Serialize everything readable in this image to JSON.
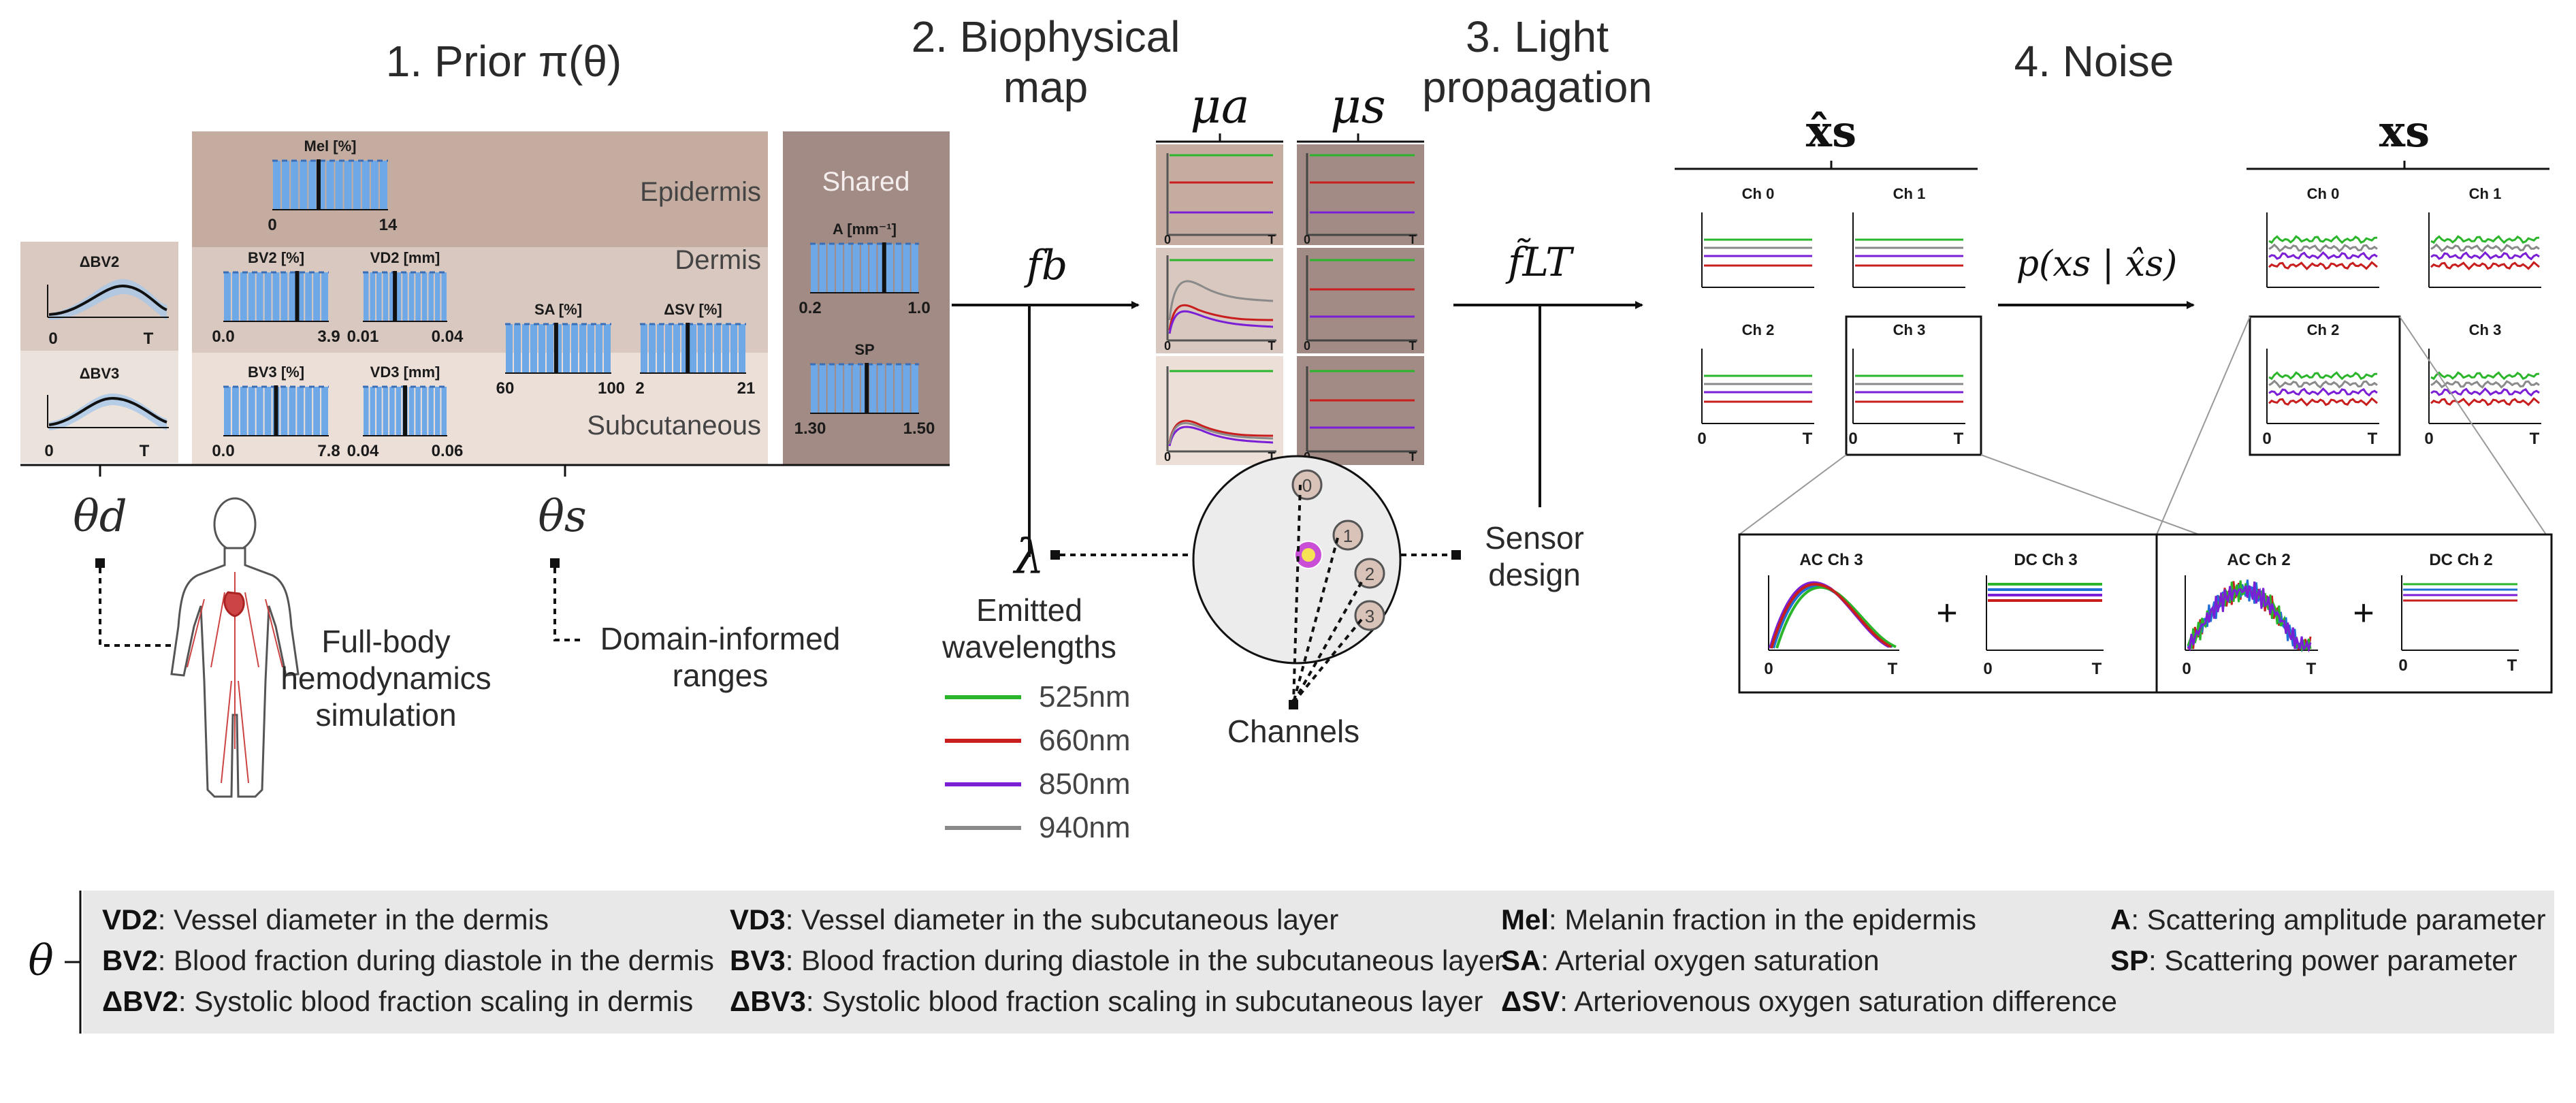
{
  "steps": {
    "prior": "1. Prior π(θ)",
    "biophysical_1": "2. Biophysical",
    "biophysical_2": "map",
    "light_1": "3. Light",
    "light_2": "propagation",
    "noise": "4. Noise"
  },
  "prior": {
    "dynamic": [
      {
        "label": "ΔBV2",
        "x0": "0",
        "x1": "T"
      },
      {
        "label": "ΔBV3",
        "x0": "0",
        "x1": "T"
      }
    ],
    "layers": {
      "epidermis": "Epidermis",
      "dermis": "Dermis",
      "subcutaneous": "Subcutaneous",
      "shared": "Shared"
    },
    "histograms": [
      {
        "id": "mel",
        "label": "Mel [%]",
        "lo": "0",
        "hi": "14"
      },
      {
        "id": "bv2",
        "label": "BV2 [%]",
        "lo": "0.0",
        "hi": "3.9"
      },
      {
        "id": "vd2",
        "label": "VD2 [mm]",
        "lo": "0.01",
        "hi": "0.04"
      },
      {
        "id": "bv3",
        "label": "BV3 [%]",
        "lo": "0.0",
        "hi": "7.8"
      },
      {
        "id": "vd3",
        "label": "VD3 [mm]",
        "lo": "0.04",
        "hi": "0.06"
      },
      {
        "id": "sa",
        "label": "SA [%]",
        "lo": "60",
        "hi": "100"
      },
      {
        "id": "dsv",
        "label": "ΔSV [%]",
        "lo": "2",
        "hi": "21"
      },
      {
        "id": "a",
        "label": "A [mm⁻¹]",
        "lo": "0.2",
        "hi": "1.0"
      },
      {
        "id": "sp",
        "label": "SP",
        "lo": "1.30",
        "hi": "1.50"
      }
    ],
    "theta_d": "θd",
    "theta_s": "θs",
    "full_body_1": "Full-body",
    "full_body_2": "hemodynamics",
    "full_body_3": "simulation",
    "domain_1": "Domain-informed",
    "domain_2": "ranges"
  },
  "biophysical": {
    "mu_a": "μa",
    "mu_s": "μs",
    "f_b": "fb",
    "lambda": "λ",
    "emitted_1": "Emitted",
    "emitted_2": "wavelengths",
    "axis0": "0",
    "axisT": "T"
  },
  "wavelengths": [
    {
      "name": "525nm",
      "color": "#2ab52a"
    },
    {
      "name": "660nm",
      "color": "#c81e1e"
    },
    {
      "name": "850nm",
      "color": "#7a1fd6"
    },
    {
      "name": "940nm",
      "color": "#8a8a8a"
    }
  ],
  "light": {
    "f_lt": "f̃LT",
    "sensor_1": "Sensor",
    "sensor_2": "design",
    "channels": "Channels",
    "detectors": [
      "0",
      "1",
      "2",
      "3"
    ]
  },
  "noise": {
    "xhat": "x̂s",
    "x": "xs",
    "likelihood": "p(xs | x̂s)",
    "channels": [
      "Ch 0",
      "Ch 1",
      "Ch 2",
      "Ch 3"
    ],
    "ac_left": "AC Ch 3",
    "dc_left": "DC Ch 3",
    "ac_right": "AC Ch 2",
    "dc_right": "DC Ch 2",
    "plus": "+",
    "axis0": "0",
    "axisT": "T"
  },
  "glossary": {
    "theta": "θ",
    "items": [
      {
        "key": "VD2",
        "text": ": Vessel diameter in the dermis"
      },
      {
        "key": "BV2",
        "text": ": Blood fraction during diastole in the dermis"
      },
      {
        "key": "ΔBV2",
        "text": ": Systolic blood fraction scaling in dermis"
      },
      {
        "key": "VD3",
        "text": ": Vessel diameter in the subcutaneous layer"
      },
      {
        "key": "BV3",
        "text": ": Blood fraction during diastole in the subcutaneous layer"
      },
      {
        "key": "ΔBV3",
        "text": ": Systolic blood fraction scaling in subcutaneous layer"
      },
      {
        "key": "Mel",
        "text": ": Melanin fraction in the epidermis"
      },
      {
        "key": "SA",
        "text": ": Arterial oxygen saturation"
      },
      {
        "key": "ΔSV",
        "text": ": Arteriovenous oxygen saturation difference"
      },
      {
        "key": "A",
        "text": ": Scattering amplitude parameter"
      },
      {
        "key": "SP",
        "text": ": Scattering power parameter"
      }
    ]
  }
}
